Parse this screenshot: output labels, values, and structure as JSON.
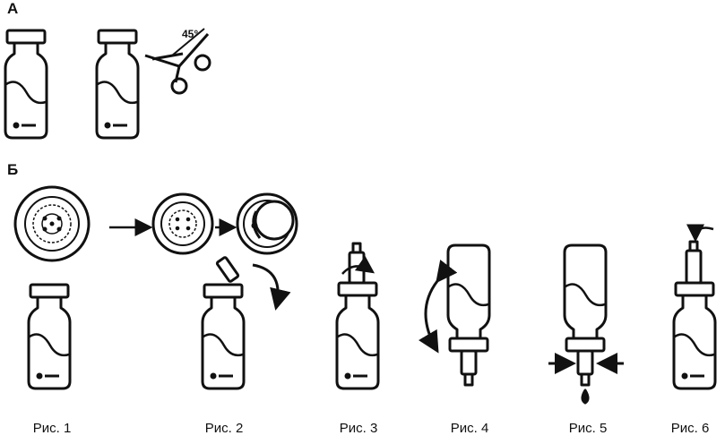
{
  "sections": {
    "a_label": "А",
    "b_label": "Б"
  },
  "angle_label": "45°",
  "captions": [
    "Рис. 1",
    "Рис. 2",
    "Рис. 3",
    "Рис. 4",
    "Рис. 5",
    "Рис. 6"
  ],
  "colors": {
    "ink": "#111111",
    "background": "#ffffff"
  }
}
